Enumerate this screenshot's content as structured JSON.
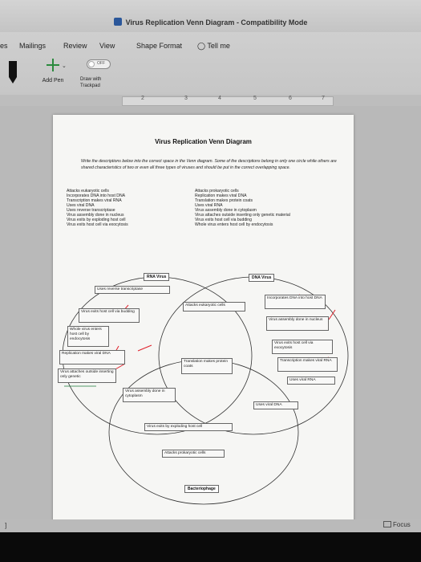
{
  "window": {
    "title": "Virus Replication Venn Diagram - Compatibility Mode"
  },
  "menu": {
    "items": [
      "es",
      "Mailings",
      "Review",
      "View",
      "Shape Format"
    ],
    "tell_me": "Tell me"
  },
  "ribbon": {
    "add_pen": "Add Pen",
    "toggle_state": "OFF",
    "draw_with": "Draw with",
    "trackpad": "Trackpad"
  },
  "ruler": {
    "numbers": [
      "2",
      "3",
      "4",
      "5",
      "6",
      "7"
    ]
  },
  "document": {
    "title": "Virus Replication Venn Diagram",
    "instructions": "Write the descriptions below into the correct space in the Venn diagram. Some of the descriptions belong in only one circle while others are shared characteristics of two or even all three types of viruses and should be put in the correct overlapping space.",
    "left_list": [
      "Attacks eukaryotic cells",
      "Incorporates DNA into host DNA",
      "Transcription makes viral RNA",
      "Uses viral DNA",
      "Uses reverse transcriptase",
      "Virus assembly done in nucleus",
      "Virus exits by exploding host cell",
      "Virus exits host cell via exocytosis"
    ],
    "right_list": [
      "Attacks prokaryotic cells",
      "Replication makes viral DNA",
      "Translation makes protein coats",
      "Uses viral RNA",
      "Virus assembly done in cytoplasm",
      "Virus attaches outside inserting only genetic material",
      "Virus exits host cell via budding",
      "Whole virus enters host cell by endocytosis"
    ]
  },
  "venn": {
    "rna_label": "RNA Virus",
    "dna_label": "DNA Virus",
    "phage_label": "Bacteriophage",
    "boxes": {
      "reverse": "Uses reverse transcriptase",
      "exits_budding": "Virus exits host cell via budding",
      "whole_virus": "Whole virus enters host cell by endocytosis",
      "replication": "Replication makes viral DNA",
      "attaches": "Virus attaches outside inserting only genetic",
      "attacks_euk": "Attacks eukaryotic cells",
      "translation": "Translation makes protein coats",
      "assembly_cyto": "Virus assembly done in cytoplasm",
      "exploding": "Virus exits by exploding host cell",
      "prokaryotic": "Attacks prokaryotic cells",
      "incorporates": "Incorporates DNA into host DNA",
      "assembly_nucleus": "Virus assembly done in nucleus",
      "exocytosis": "Virus exits host cell via exocytosis",
      "transcription": "Transcription makes viral RNA",
      "uses_rna": "Uses viral RNA",
      "uses_dna": "Uses viral DNA"
    }
  },
  "status": {
    "focus": "Focus",
    "left_mark": "]"
  },
  "colors": {
    "annotation": "#e0202a",
    "word_blue": "#2b579a"
  }
}
